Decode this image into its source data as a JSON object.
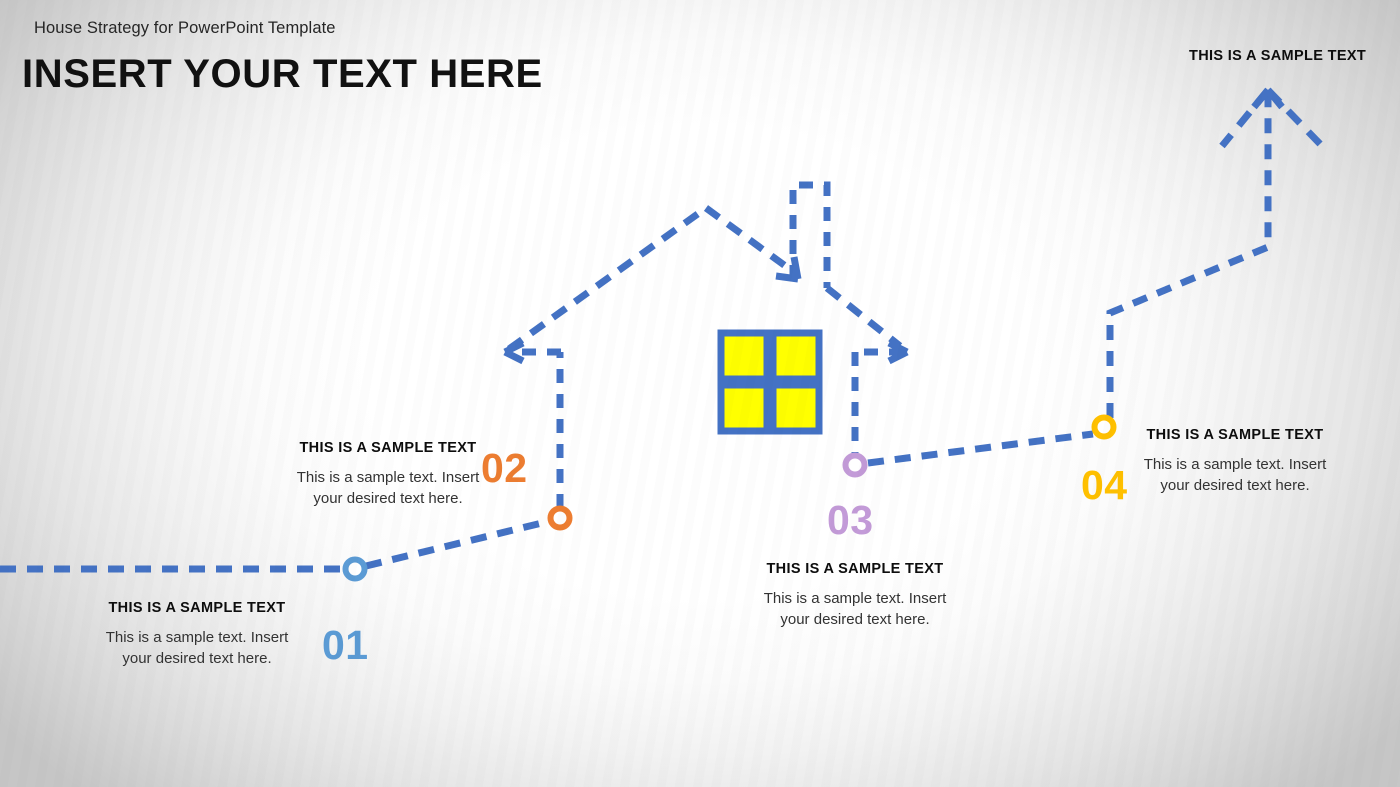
{
  "header": {
    "subtitle": "House Strategy for PowerPoint Template",
    "title": "INSERT YOUR TEXT HERE"
  },
  "top_label": {
    "text": "THIS IS A SAMPLE TEXT"
  },
  "colors": {
    "path": "#4472c4",
    "path_alt": "#4a7ebb",
    "step01": "#5b9bd5",
    "step02": "#ed7d31",
    "step03": "#c39bd8",
    "step04": "#ffc000",
    "window_fill": "#ffff00",
    "window_border": "#4472c4",
    "heading_text": "#0d0d0d",
    "body_text": "#333333",
    "background_edge": "#c6c6c6",
    "background_center": "#ffffff"
  },
  "steps": [
    {
      "number": "01",
      "color": "#5b9bd5",
      "heading": "THIS IS A SAMPLE TEXT",
      "body": "This is a sample text. Insert your desired text here."
    },
    {
      "number": "02",
      "color": "#ed7d31",
      "heading": "THIS IS A SAMPLE TEXT",
      "body": "This is a sample text. Insert your desired text here."
    },
    {
      "number": "03",
      "color": "#c39bd8",
      "heading": "THIS IS A SAMPLE TEXT",
      "body": "This is a sample text. Insert your desired text here."
    },
    {
      "number": "04",
      "color": "#ffc000",
      "heading": "THIS IS A SAMPLE TEXT",
      "body": "This is a sample text. Insert your desired text here."
    }
  ],
  "window": {
    "panes": 4,
    "fill": "#ffff00",
    "border": "#4472c4"
  }
}
